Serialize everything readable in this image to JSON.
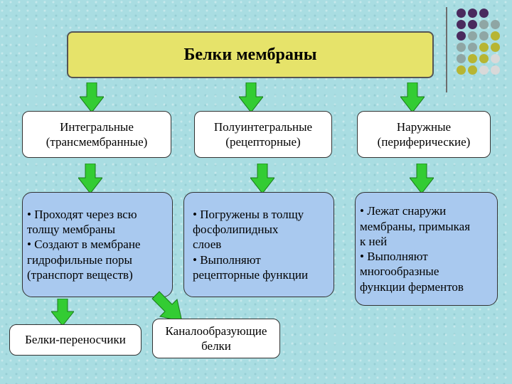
{
  "title": "Белки мембраны",
  "categories": [
    {
      "name": "Интегральные\n(трансмембранные)"
    },
    {
      "name": "Полуинтегральные\n(рецепторные)"
    },
    {
      "name": "Наружные\n(периферические)"
    }
  ],
  "descriptions": [
    "• Проходят через всю\nтолщу мембраны\n• Создают в мембране\nгидрофильные поры\n(транспорт веществ)",
    "• Погружены в толщу\nфосфолипидных\nслоев\n• Выполняют\nрецепторные функции",
    "• Лежат снаружи\nмембраны, примыкая\nк ней\n• Выполняют\nмногообразные\nфункции ферментов"
  ],
  "subtypes": [
    "Белки-переносчики",
    "Каналообразующие\nбелки"
  ],
  "colors": {
    "background": "#a9dde2",
    "title_box": "#e6e36a",
    "detail_box": "#a9c9ef",
    "arrow": "#33cc33",
    "dot_purple": "#4a2a5e",
    "dot_gray": "#8fa6a4",
    "dot_olive": "#b7b533"
  }
}
